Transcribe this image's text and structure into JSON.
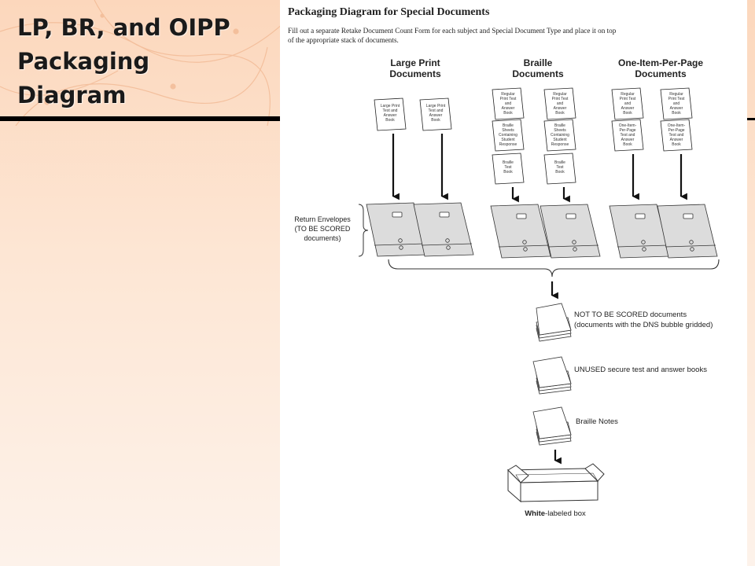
{
  "slide": {
    "title_lines": [
      "LP, BR, and OIPP",
      "Packaging",
      "Diagram"
    ]
  },
  "diagram": {
    "heading": "Packaging Diagram for Special Documents",
    "instruction_lines": [
      "Fill out a separate Retake Document Count Form for each subject and Special Document Type and place it on top",
      "of the appropriate stack of documents."
    ],
    "columns": [
      {
        "label_lines": [
          "Large Print",
          "Documents"
        ]
      },
      {
        "label_lines": [
          "Braille",
          "Documents"
        ]
      },
      {
        "label_lines": [
          "One-Item-Per-Page",
          "Documents"
        ]
      }
    ],
    "doc_cards": {
      "large_print": [
        "Large Print",
        "Test and",
        "Answer",
        "Book"
      ],
      "regular_print": [
        "Regular",
        "Print Test",
        "and",
        "Answer",
        "Book"
      ],
      "braille_sheets": [
        "Braille",
        "Sheets",
        "Containing",
        "Student",
        "Response"
      ],
      "braille_test": [
        "Braille",
        "Test",
        "Book"
      ],
      "oipp": [
        "One-Item-",
        "Per-Page",
        "Test and",
        "Answer",
        "Book"
      ]
    },
    "envelopes_label_lines": [
      "Return Envelopes",
      "(TO BE SCORED",
      "documents)"
    ],
    "stacks": [
      {
        "label_lines": [
          "NOT TO BE SCORED documents",
          "(documents with the DNS bubble gridded)"
        ]
      },
      {
        "label_lines": [
          "UNUSED secure test and answer books"
        ]
      },
      {
        "label_lines": [
          "Braille Notes"
        ]
      }
    ],
    "box_label_bold": "White",
    "box_label_rest": "-labeled box"
  }
}
